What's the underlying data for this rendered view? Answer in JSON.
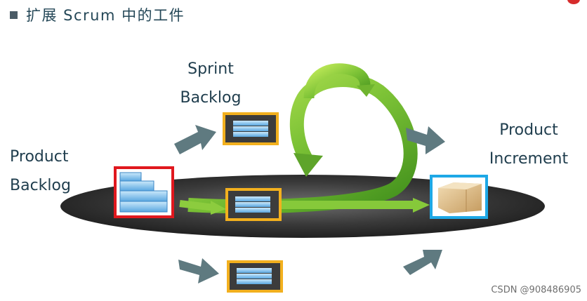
{
  "header": {
    "title": "扩展 Scrum 中的工件"
  },
  "labels": {
    "sprint_backlog": [
      "Sprint",
      "Backlog"
    ],
    "product_backlog": [
      "Product",
      "Backlog"
    ],
    "product_increment": [
      "Product",
      "Increment"
    ]
  },
  "watermark": "CSDN @908486905",
  "colors": {
    "product_backlog_frame": "#e0181e",
    "sprint_backlog_frame": "#f2b01e",
    "increment_frame": "#1ea8e6",
    "arrow_gray": "#5f7a80",
    "scrum_green": "#7cc236"
  }
}
